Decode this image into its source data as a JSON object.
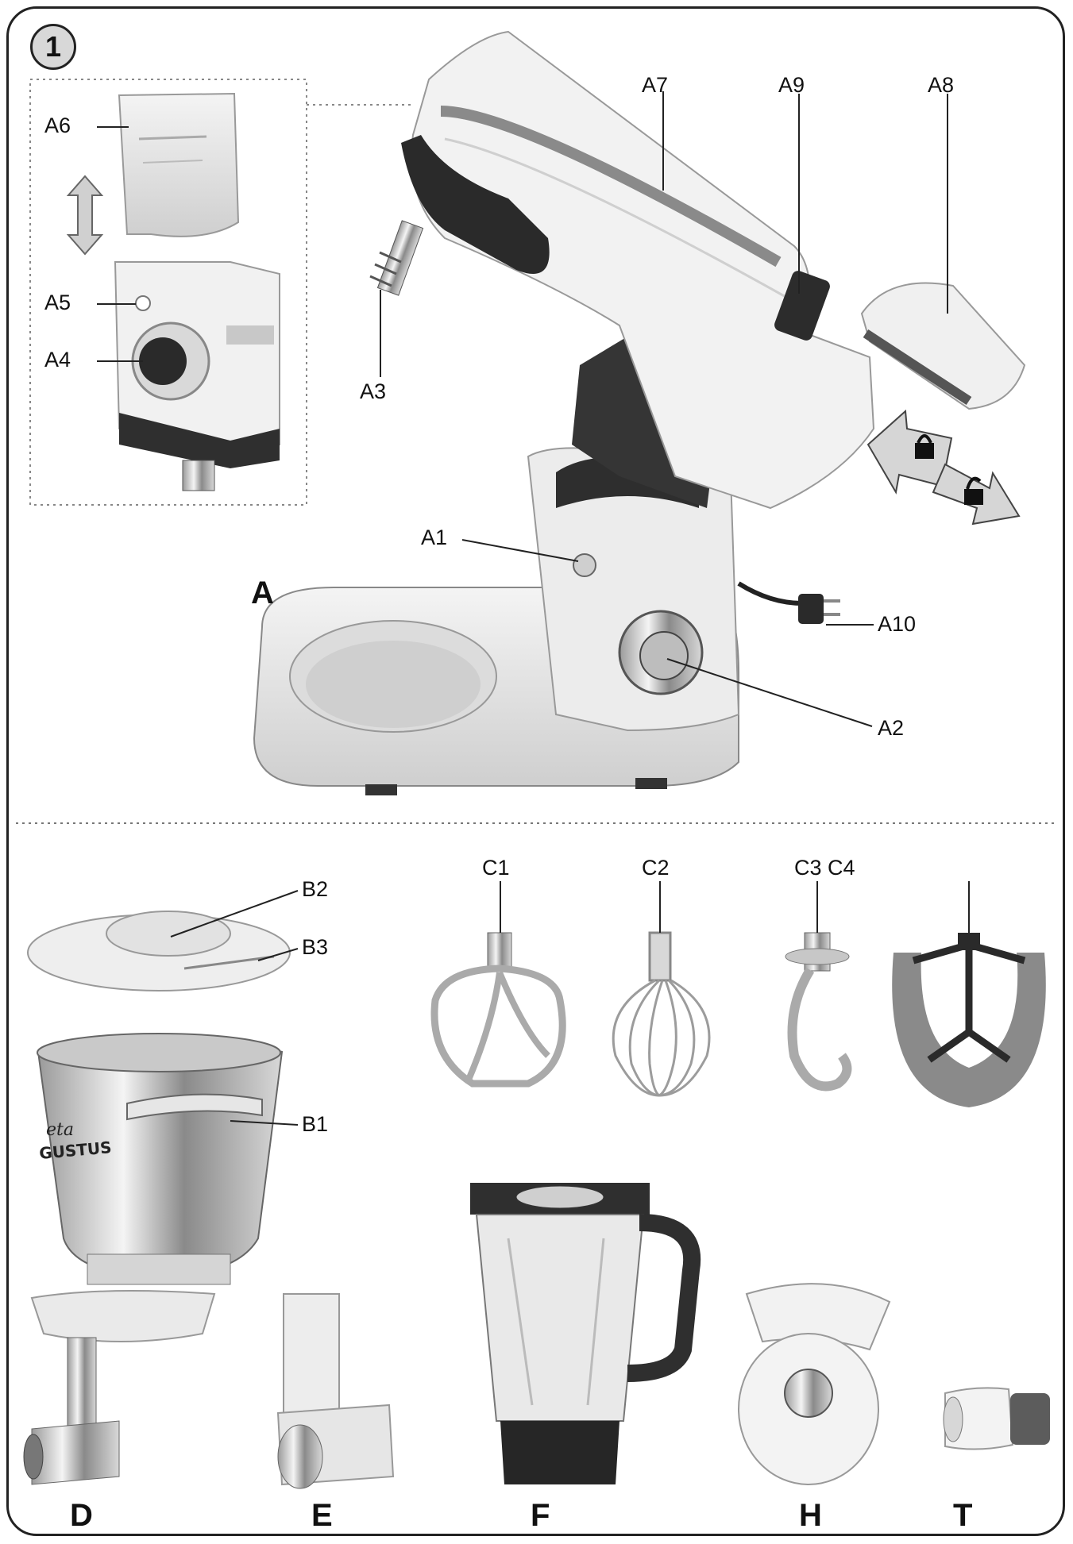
{
  "figure_number": "1",
  "section_labels": {
    "A": "A",
    "D": "D",
    "E": "E",
    "F": "F",
    "H": "H",
    "T": "T"
  },
  "callouts": {
    "A1": "A1",
    "A2": "A2",
    "A3": "A3",
    "A4": "A4",
    "A5": "A5",
    "A6": "A6",
    "A7": "A7",
    "A8": "A8",
    "A9": "A9",
    "A10": "A10",
    "B1": "B1",
    "B2": "B2",
    "B3": "B3",
    "C1": "C1",
    "C2": "C2",
    "C3C4": "C3 C4"
  },
  "bowl_print": {
    "brand": "eta",
    "model": "GUSTUS"
  },
  "icons": {
    "lock": "lock-icon",
    "unlock": "unlock-icon",
    "move_updown": "double-arrow-vertical-icon"
  },
  "colors": {
    "frame": "#222222",
    "part_light": "#e8e8e8",
    "part_dark": "#3a3a3a",
    "metal": "#b8b8b8"
  }
}
